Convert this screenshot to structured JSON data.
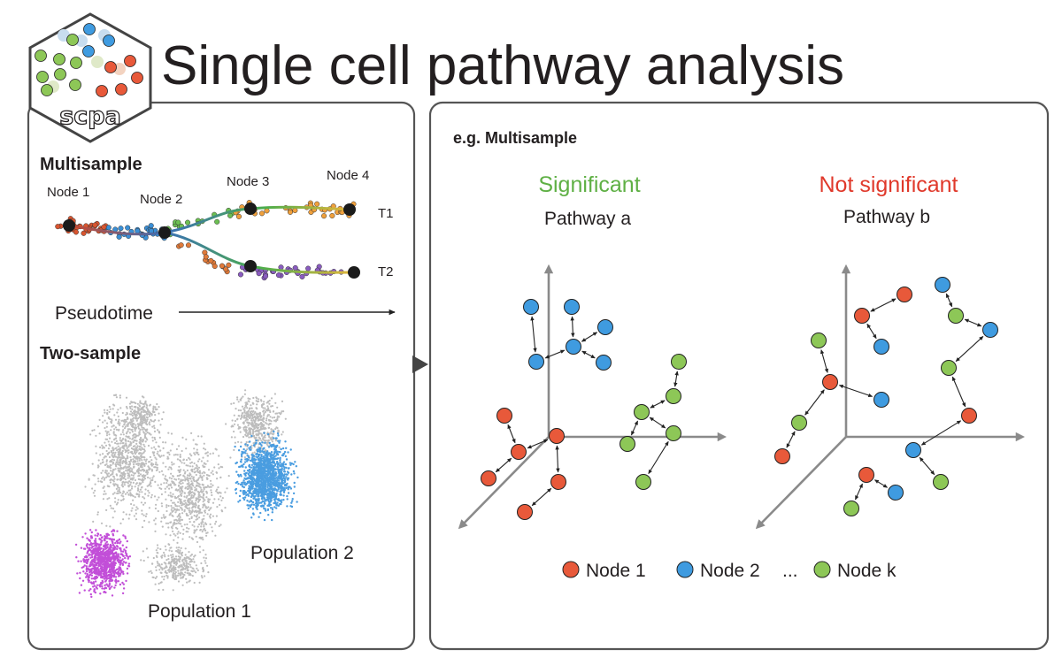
{
  "title": "Single cell pathway analysis",
  "logo": {
    "text": "scpa"
  },
  "left_panel": {
    "multisample": {
      "heading": "Multisample",
      "nodes": [
        "Node 1",
        "Node 2",
        "Node 3",
        "Node 4"
      ],
      "trajectories": [
        "T1",
        "T2"
      ],
      "axis_label": "Pseudotime"
    },
    "two_sample": {
      "heading": "Two-sample",
      "populations": [
        "Population 1",
        "Population 2"
      ]
    }
  },
  "right_panel": {
    "heading": "e.g. Multisample",
    "plots": [
      {
        "status": "Significant",
        "pathway": "Pathway a"
      },
      {
        "status": "Not significant",
        "pathway": "Pathway b"
      }
    ],
    "legend": {
      "items": [
        "Node 1",
        "Node 2",
        "Node k"
      ],
      "ellipsis": "..."
    }
  },
  "colors": {
    "node1": "#e8593a",
    "node2": "#3f9be0",
    "nodek": "#8dc757",
    "significant": "#5fb045",
    "not_significant": "#e0392b",
    "population1": "#c24fd8",
    "population2": "#4a9de0",
    "umap_gray": "#bdbdbd"
  }
}
